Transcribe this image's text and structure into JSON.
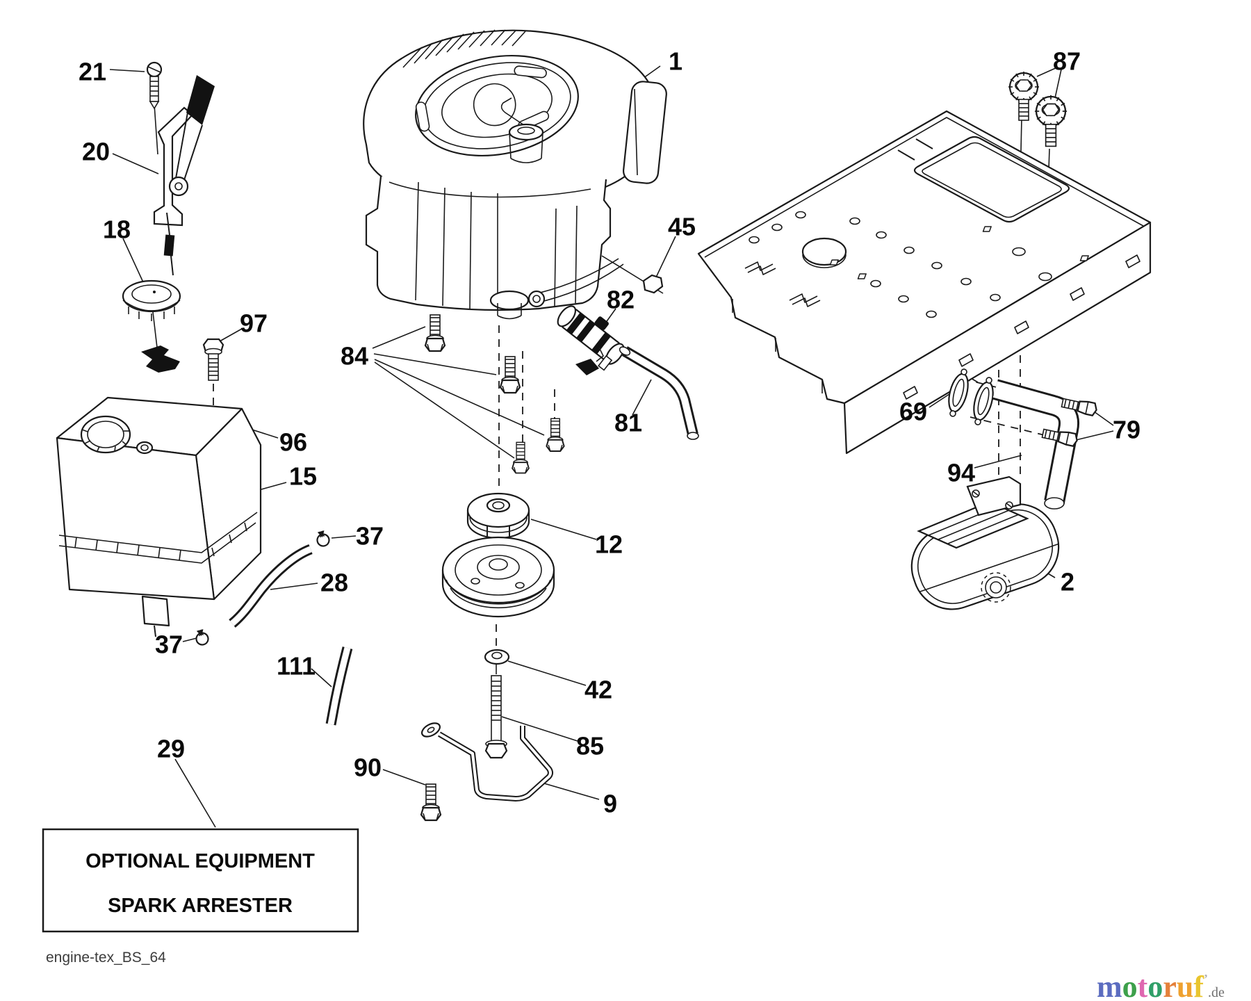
{
  "diagram": {
    "part_labels": [
      {
        "id": "1"
      },
      {
        "id": "21"
      },
      {
        "id": "20"
      },
      {
        "id": "18"
      },
      {
        "id": "97"
      },
      {
        "id": "96"
      },
      {
        "id": "15"
      },
      {
        "id": "84"
      },
      {
        "id": "82"
      },
      {
        "id": "45"
      },
      {
        "id": "81"
      },
      {
        "id": "12"
      },
      {
        "id": "37"
      },
      {
        "id": "28"
      },
      {
        "id": "37"
      },
      {
        "id": "111"
      },
      {
        "id": "29"
      },
      {
        "id": "90"
      },
      {
        "id": "9"
      },
      {
        "id": "85"
      },
      {
        "id": "42"
      },
      {
        "id": "87"
      },
      {
        "id": "69"
      },
      {
        "id": "79"
      },
      {
        "id": "94"
      },
      {
        "id": "2"
      }
    ],
    "option_box": {
      "line1": "OPTIONAL EQUIPMENT",
      "line2": "SPARK ARRESTER"
    },
    "footer_code": "engine-tex_BS_64",
    "colors": {
      "line": "#1a1a1a",
      "background": "#ffffff"
    },
    "watermark": {
      "letters": [
        {
          "ch": "m",
          "color": "#5b6cc0"
        },
        {
          "ch": "o",
          "color": "#3da04b"
        },
        {
          "ch": "t",
          "color": "#df67b0"
        },
        {
          "ch": "o",
          "color": "#2f9f68"
        },
        {
          "ch": "r",
          "color": "#e5803a"
        },
        {
          "ch": "u",
          "color": "#efa12f"
        },
        {
          "ch": "f",
          "color": "#e9c52f"
        }
      ],
      "mark": "’",
      "mark_color": "#b0b0b0",
      "suffix": ".de",
      "suffix_color": "#707070"
    }
  }
}
